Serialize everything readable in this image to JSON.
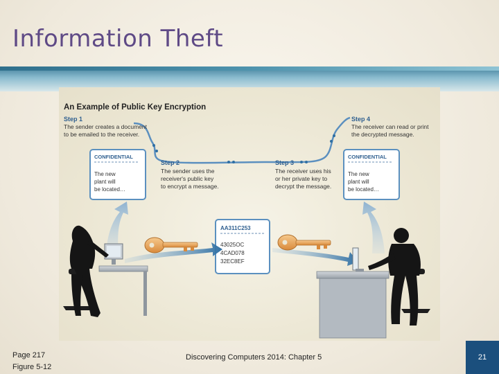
{
  "slide": {
    "title": "Information Theft",
    "page_ref": "Page 217",
    "figure_ref": "Figure 5-12",
    "course": "Discovering Computers 2014: Chapter 5",
    "page_number": "21"
  },
  "figure": {
    "title": "An Example of Public Key Encryption",
    "steps": [
      {
        "label": "Step 1",
        "lines": [
          "The sender creates a document",
          "to be emailed to the receiver."
        ]
      },
      {
        "label": "Step 2",
        "lines": [
          "The sender uses the",
          "receiver's public key",
          "to encrypt a message."
        ]
      },
      {
        "label": "Step 3",
        "lines": [
          "The receiver uses his",
          "or her private key to",
          "decrypt the message."
        ]
      },
      {
        "label": "Step 4",
        "lines": [
          "The receiver can read or print",
          "the decrypted message."
        ]
      }
    ],
    "doc_left": {
      "heading": "CONFIDENTIAL",
      "lines": [
        "The new",
        "plant will",
        "be located…"
      ]
    },
    "doc_right": {
      "heading": "CONFIDENTIAL",
      "lines": [
        "The new",
        "plant will",
        "be located…"
      ]
    },
    "encrypted": {
      "heading": "AA311C253",
      "lines": [
        "43025OC",
        "4CAD078",
        "32EC8EF"
      ]
    },
    "colors": {
      "accent_blue": "#2f6fa3",
      "key_orange": "#e9a45a",
      "doc_border": "#5b90bf",
      "title_purple": "#5f4a86"
    }
  }
}
